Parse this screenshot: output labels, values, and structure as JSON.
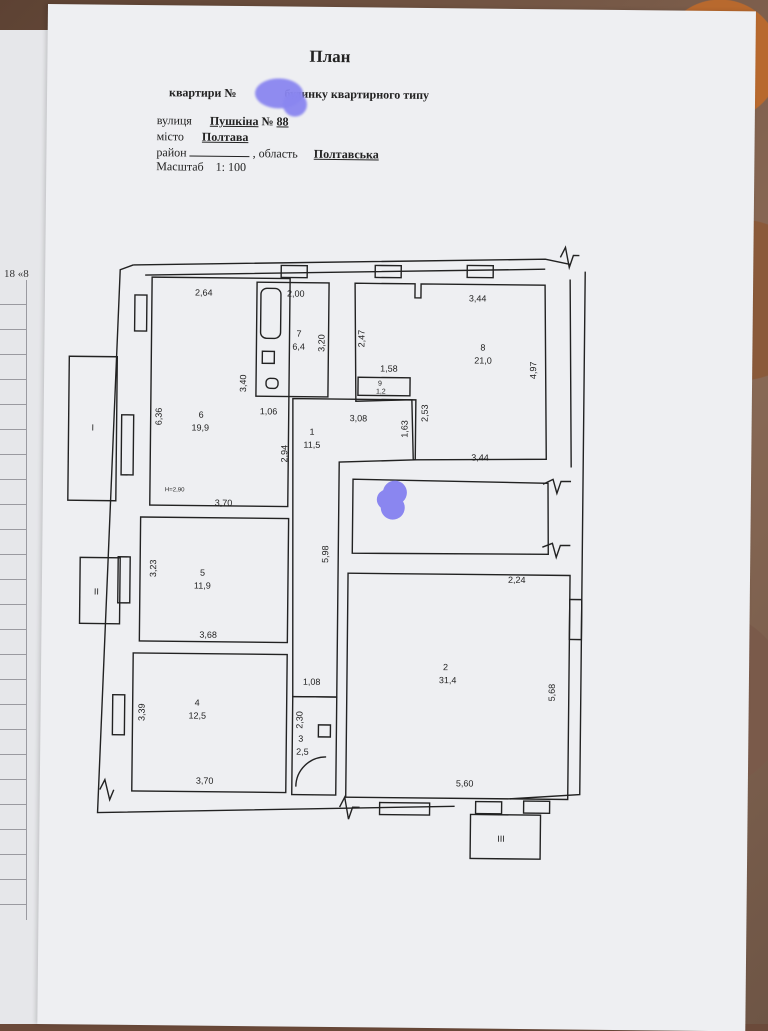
{
  "header": {
    "title": "План",
    "line1_a": "квартири",
    "line1_b": "№",
    "line1_c": "будинку квартирного типу",
    "street_label": "вулиця",
    "street_value": "Пушкіна",
    "number_label": "№",
    "number_value": "88",
    "city_label": "місто",
    "city_value": "Полтава",
    "district_label": "район",
    "region_label": ", область",
    "region_value": "Полтавська",
    "scale_label": "Масштаб",
    "scale_value": "1: 100"
  },
  "back_sheet_tab": "18 «8",
  "rooms": [
    {
      "num": "6",
      "area": "19,9"
    },
    {
      "num": "7",
      "area": "6,4"
    },
    {
      "num": "8",
      "area": "21,0"
    },
    {
      "num": "9",
      "area": "1,2"
    },
    {
      "num": "1",
      "area": "11,5"
    },
    {
      "num": "5",
      "area": "11,9"
    },
    {
      "num": "4",
      "area": "12,5"
    },
    {
      "num": "3",
      "area": "2,5"
    },
    {
      "num": "2",
      "area": "31,4"
    }
  ],
  "dims": {
    "d264": "2,64",
    "d200": "2,00",
    "d344a": "3,44",
    "d320": "3,20",
    "d247": "2,47",
    "d497": "4,97",
    "d158": "1,58",
    "d340": "3,40",
    "d106": "1,06",
    "d308": "3,08",
    "d253": "2,53",
    "d163": "1,63",
    "d636": "6,36",
    "d294": "2,94",
    "d344b": "3,44",
    "d370a": "3,70",
    "d323": "3,23",
    "d368": "3,68",
    "d598": "5,98",
    "d224": "2,24",
    "d108": "1,08",
    "d339": "3,39",
    "d230": "2,30",
    "d568": "5,68",
    "d370b": "3,70",
    "d560": "5,60",
    "height": "H=2,90"
  },
  "balconies": {
    "b1": "I",
    "b2": "II",
    "b3": "III"
  }
}
